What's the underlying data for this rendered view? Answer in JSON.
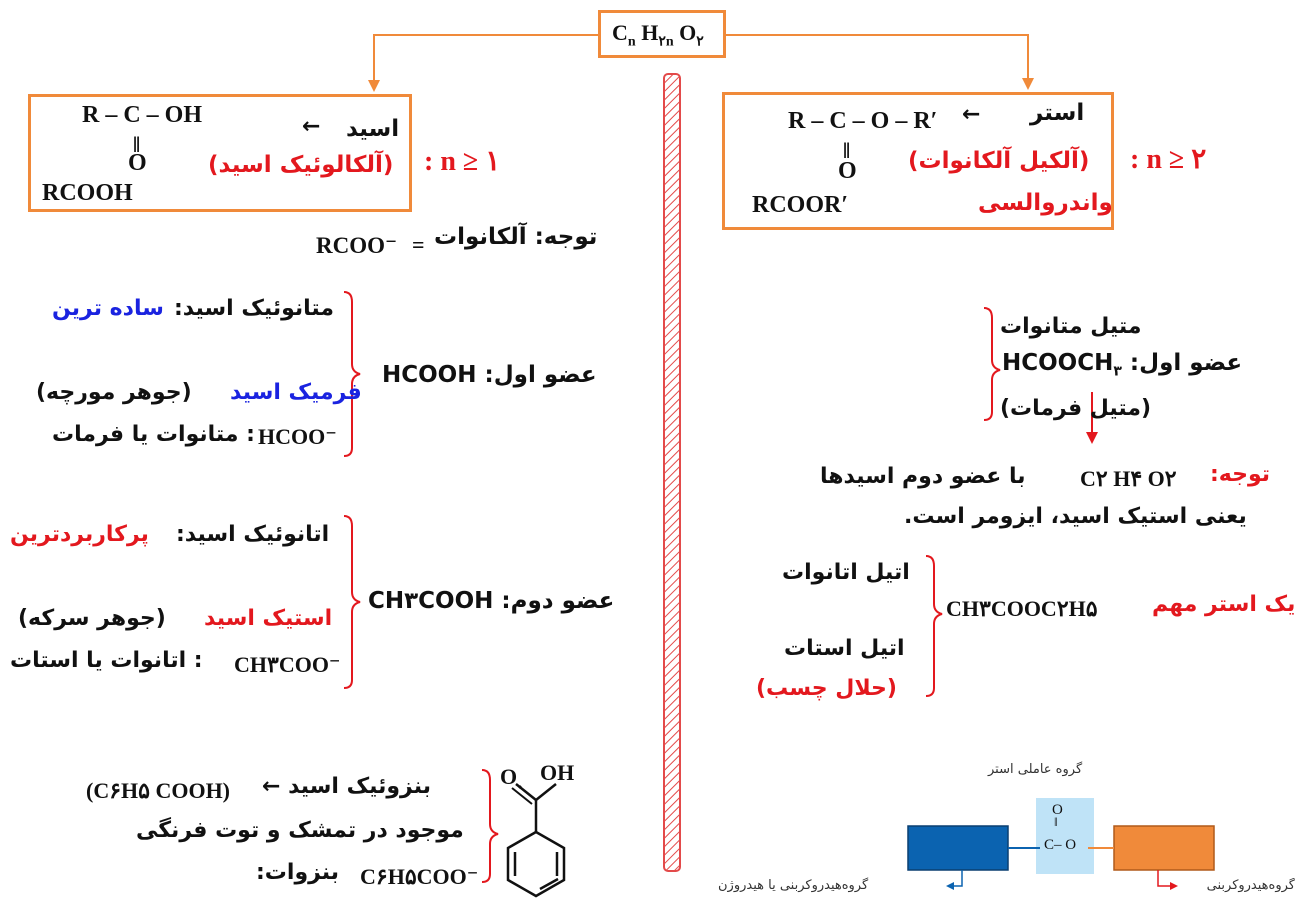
{
  "top_formula": {
    "main": "C",
    "n": "n",
    "h": "H",
    "two_n": "۲n",
    "o": "O",
    "two": "۲"
  },
  "right": {
    "box": {
      "formula_line1": "R – C – O – R′",
      "label_ester": "استر",
      "arrow": "←",
      "dbl": "‖",
      "o": "O",
      "iupac": "(آلکیل آلکانوات)",
      "rcoor": "RCOOR′",
      "vander": "واندروالسی"
    },
    "n_cond": ": n ≥ ۲",
    "first_member": {
      "label": "عضو اول: HCOOCH",
      "sub": "۳",
      "name1": "متیل متانوات",
      "name2": "(متیل فرمات)"
    },
    "note": {
      "label": "توجه:",
      "formula": "C۲ H۴ O۲",
      "line1": "با عضو دوم اسیدها",
      "line2": "یعنی استیک اسید، ایزومر است."
    },
    "important": {
      "label": "یک استر مهم",
      "formula": "CH۳COOC۲H۵",
      "name1": "اتیل اتانوات",
      "name2": "اتیل استات",
      "name3": "(حلال چسب)"
    },
    "graphic": {
      "title": "گروه عاملی استر",
      "o_top": "O",
      "dbl": "‖",
      "c_o": "C– O",
      "caption_left": "گروه‌هیدروکربنی یا هیدروژن",
      "caption_right": "گروه‌هیدروکربنی",
      "blue": "#0b63b0",
      "orange": "#f08a3a",
      "light": "#bfe3f7"
    }
  },
  "left": {
    "box": {
      "formula_line1": "R – C – OH",
      "label_acid": "اسید",
      "arrow": "←",
      "dbl": "‖",
      "o": "O",
      "iupac": "(آلکالوئیک اسید)",
      "rcooh": "RCOOH"
    },
    "n_cond": ": n ≥ ۱",
    "note": {
      "label": "توجه: آلکانوات",
      "eq": "=",
      "ion": "RCOO⁻"
    },
    "first_member": {
      "label": "عضو اول: HCOOH",
      "line1_a": "متانوئیک اسید:",
      "line1_b": "ساده ترین",
      "line2_a": "فرمیک اسید",
      "line2_b": "(جوهر مورچه)",
      "line3_a": "HCOO⁻",
      "line3_b": ": متانوات یا فرمات"
    },
    "second_member": {
      "label": "عضو دوم: CH۳COOH",
      "line1_a": "اتانوئیک اسید:",
      "line1_b": "پرکاربردترین",
      "line2_a": "استیک اسید",
      "line2_b": "(جوهر سرکه)",
      "line3_a": "CH۳COO⁻",
      "line3_b": ": اتانوات یا استات"
    },
    "benzoic": {
      "line1_a": "(C۶H۵ COOH)",
      "line1_b": "بنزوئیک اسید ←",
      "line2": "موجود در تمشک و توت فرنگی",
      "line3_a": "C۶H۵COO⁻",
      "line3_b": "بنزوات:",
      "o": "O",
      "oh": "OH"
    }
  },
  "colors": {
    "box_border": "#f08a3a",
    "red": "#e3181e",
    "blue": "#1a23e0",
    "divider": "#e34a4a"
  }
}
